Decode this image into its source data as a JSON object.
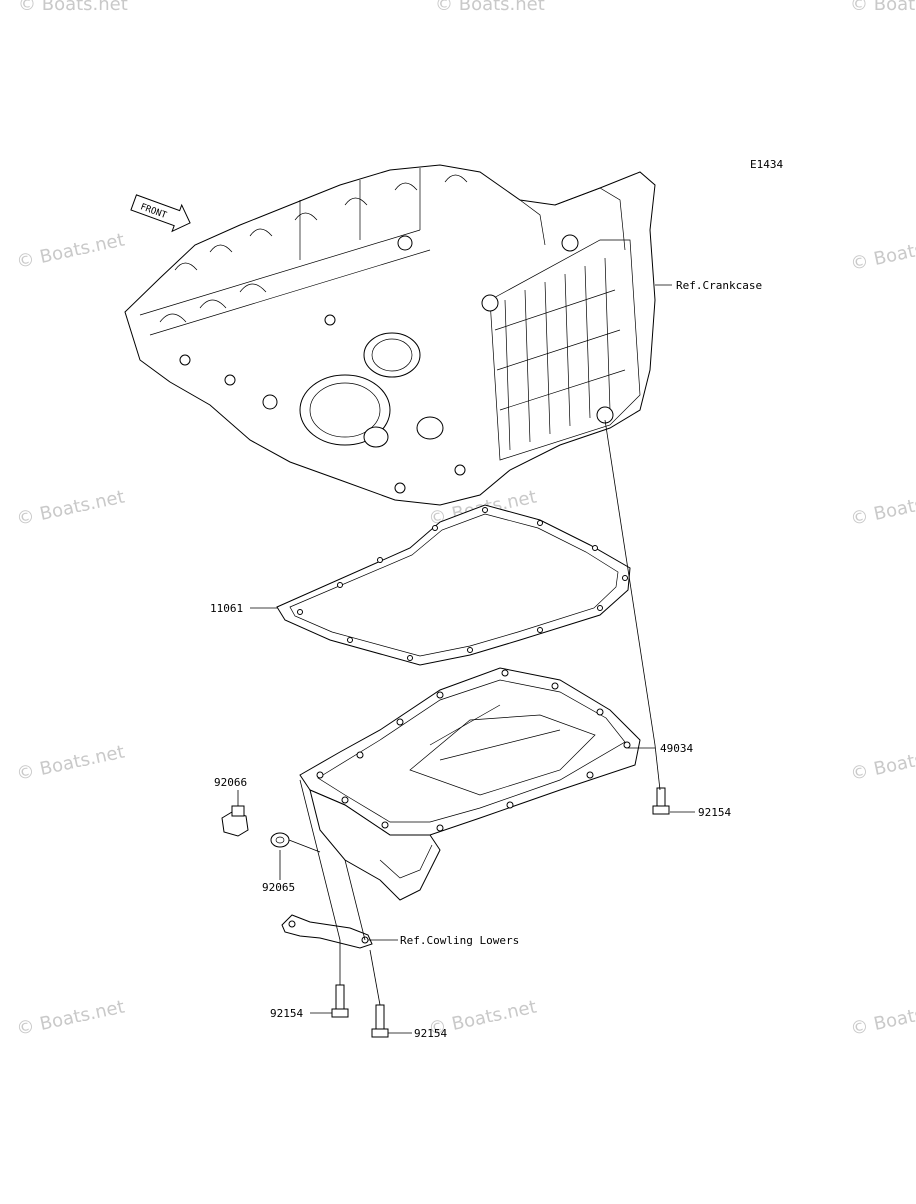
{
  "diagram_code": "E1434",
  "front_arrow_label": "FRONT",
  "watermark": "© Boats.net",
  "refs": {
    "crankcase": "Ref.Crankcase",
    "cowling": "Ref.Cowling Lowers"
  },
  "parts": {
    "gasket": "11061",
    "oil_pan": "49034",
    "bolt_pan_right": "92154",
    "drain_plug": "92066",
    "washer": "92065",
    "bolt_left": "92154",
    "bolt_center": "92154"
  }
}
